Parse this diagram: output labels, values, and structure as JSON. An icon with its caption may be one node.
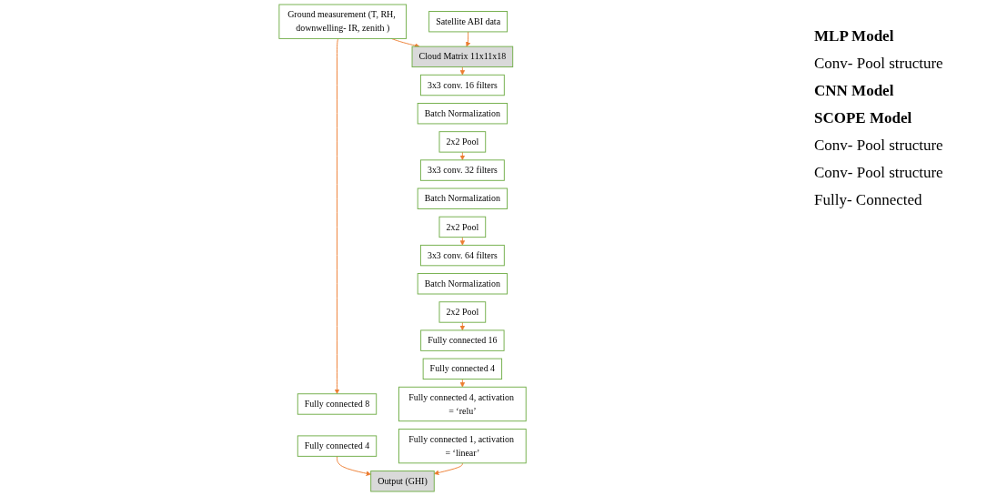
{
  "diagram": {
    "nodes": [
      {
        "text": [
          "Ground measurement (T, RH, downwelling- IR, zenith )"
        ]
      },
      {
        "text": [
          "Fully connected 8"
        ]
      },
      {
        "text": [
          "Fully connected 4"
        ]
      },
      {
        "text": [
          "Cloud Matrix 11x11x18"
        ]
      },
      {
        "text": [
          "3x3 conv. 16 filters"
        ]
      },
      {
        "text": [
          "Batch Normalization"
        ]
      },
      {
        "text": [
          "2x2 Pool"
        ]
      },
      {
        "text": [
          "3x3 conv. 32 filters"
        ]
      },
      {
        "text": [
          "Batch Normalization"
        ]
      },
      {
        "text": [
          "2x2 Pool"
        ]
      },
      {
        "text": [
          "3x3 conv. 64 filters"
        ]
      },
      {
        "text": [
          "Batch Normalization"
        ]
      },
      {
        "text": [
          "2x2 Pool"
        ]
      },
      {
        "text": [
          "Fully connected 16"
        ]
      },
      {
        "text": [
          "Fully connected 4"
        ]
      },
      {
        "text": [
          "Fully connected 4, activation = ‘relu’"
        ]
      },
      {
        "text": [
          "Fully connected 1, activation = ‘linear’"
        ]
      },
      {
        "text": [
          "Satellite ABI data"
        ]
      },
      {
        "text": [
          "Output (GHI)"
        ]
      }
    ],
    "edges": [
      {
        "from": 0,
        "to": 1,
        "arrow": "to"
      },
      {
        "from": 0,
        "to": 3,
        "arrow": "to"
      },
      {
        "from": 17,
        "to": 3,
        "arrow": "to"
      },
      {
        "from": 3,
        "to": 4,
        "arrow": "to"
      },
      {
        "from": 6,
        "to": 7,
        "arrow": "to"
      },
      {
        "from": 9,
        "to": 10,
        "arrow": "to"
      },
      {
        "from": 12,
        "to": 13,
        "arrow": "to"
      },
      {
        "from": 14,
        "to": 15,
        "arrow": "to"
      },
      {
        "from": 16,
        "to": 18,
        "arrow": "to"
      },
      {
        "from": 2,
        "to": 18,
        "arrow": "to"
      }
    ],
    "labels": [
      "MLP Model",
      "Conv- Pool structure",
      "CNN Model",
      "SCOPE Model",
      "Conv- Pool structure",
      "Conv- Pool structure",
      "Fully- Connected"
    ]
  }
}
